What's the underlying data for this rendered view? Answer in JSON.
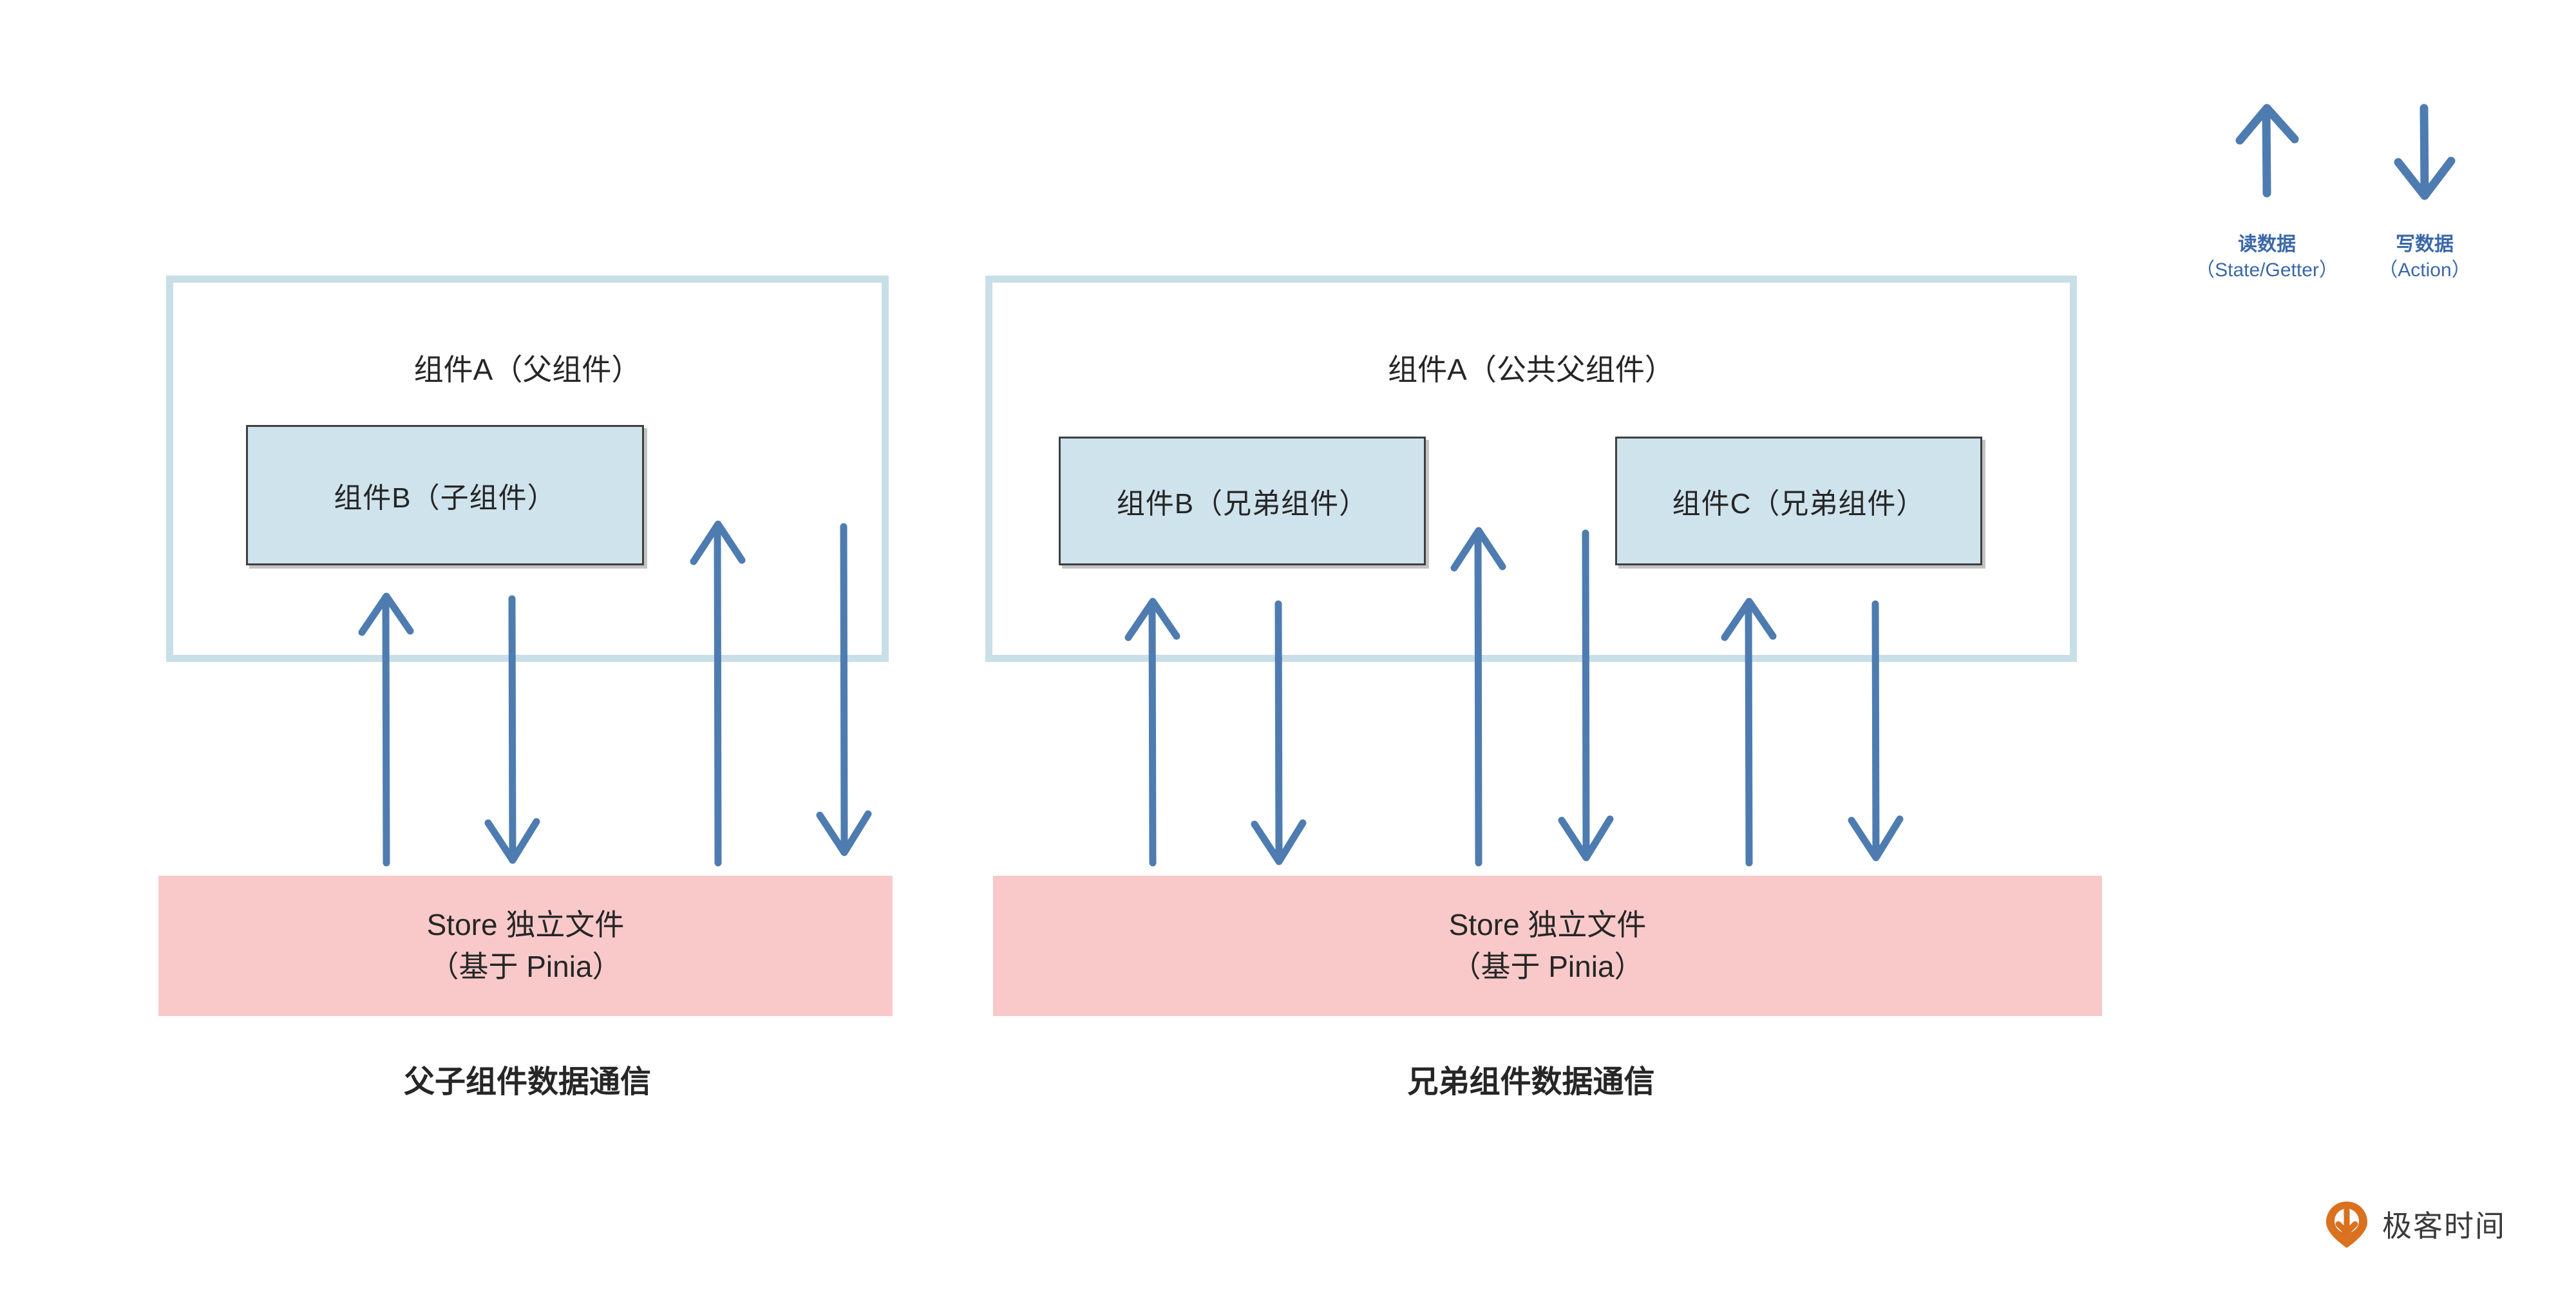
{
  "legend": {
    "read": {
      "icon": "arrow-up-icon",
      "line1": "读数据",
      "line2": "（State/Getter）"
    },
    "write": {
      "icon": "arrow-down-icon",
      "line1": "写数据",
      "line2": "（Action）"
    },
    "arrow_color": "#4e7cb0",
    "text_color": "#3a68a8"
  },
  "panels": [
    {
      "id": "parent-child",
      "container_label": "组件A（父组件）",
      "children": [
        {
          "id": "component-b",
          "label": "组件B（子组件）"
        }
      ],
      "store": {
        "line1": "Store 独立文件",
        "line2": "（基于 Pinia）"
      },
      "caption": "父子组件数据通信",
      "arrows": [
        {
          "direction": "up",
          "meaning": "read",
          "from": "store",
          "to": "component-b"
        },
        {
          "direction": "down",
          "meaning": "write",
          "from": "component-b",
          "to": "store"
        },
        {
          "direction": "up",
          "meaning": "read",
          "from": "store",
          "to": "component-a"
        },
        {
          "direction": "down",
          "meaning": "write",
          "from": "component-a",
          "to": "store"
        }
      ]
    },
    {
      "id": "siblings",
      "container_label": "组件A（公共父组件）",
      "children": [
        {
          "id": "component-b",
          "label": "组件B（兄弟组件）"
        },
        {
          "id": "component-c",
          "label": "组件C（兄弟组件）"
        }
      ],
      "store": {
        "line1": "Store 独立文件",
        "line2": "（基于 Pinia）"
      },
      "caption": "兄弟组件数据通信",
      "arrows": [
        {
          "direction": "up",
          "meaning": "read",
          "from": "store",
          "to": "component-b"
        },
        {
          "direction": "down",
          "meaning": "write",
          "from": "component-b",
          "to": "store"
        },
        {
          "direction": "up",
          "meaning": "read",
          "from": "store",
          "to": "component-a"
        },
        {
          "direction": "down",
          "meaning": "write",
          "from": "component-a",
          "to": "store"
        },
        {
          "direction": "up",
          "meaning": "read",
          "from": "store",
          "to": "component-c"
        },
        {
          "direction": "down",
          "meaning": "write",
          "from": "component-c",
          "to": "store"
        }
      ]
    }
  ],
  "colors": {
    "container_border": "#c9dfe8",
    "component_fill": "#cfe3ec",
    "component_border": "#3f3f3f",
    "store_fill": "#f9c9c9",
    "arrow": "#4e7cb0",
    "text": "#262626"
  },
  "watermark": {
    "brand": "极客时间",
    "logo_icon": "geektime-logo-icon",
    "logo_color": "#d9711e"
  }
}
